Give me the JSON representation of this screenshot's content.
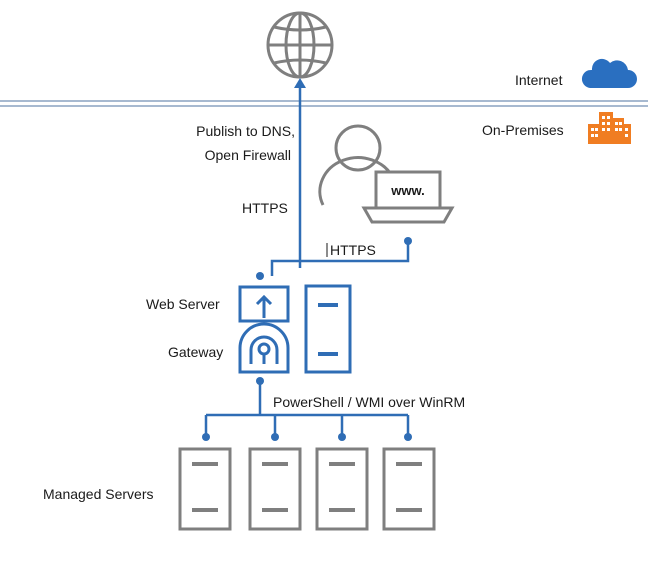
{
  "zones": {
    "internet": "Internet",
    "on_premises": "On-Premises"
  },
  "connections": {
    "publish_line1": "Publish to DNS,",
    "publish_line2": "Open Firewall",
    "https_internet": "HTTPS",
    "https_user": "HTTPS",
    "management": "PowerShell / WMI over WinRM"
  },
  "components": {
    "web_server": "Web Server",
    "gateway": "Gateway",
    "managed_servers": "Managed Servers",
    "laptop_screen": "www."
  },
  "colors": {
    "accent_blue": "#2f6db5",
    "cloud_blue": "#2a6fc0",
    "building_orange": "#f07d22",
    "icon_gray": "#7f7f7f",
    "divider": "#8aa2c0"
  },
  "icons": [
    "globe-icon",
    "cloud-icon",
    "building-icon",
    "user-icon",
    "laptop-icon",
    "web-server-icon",
    "gateway-icon",
    "server-icon"
  ]
}
